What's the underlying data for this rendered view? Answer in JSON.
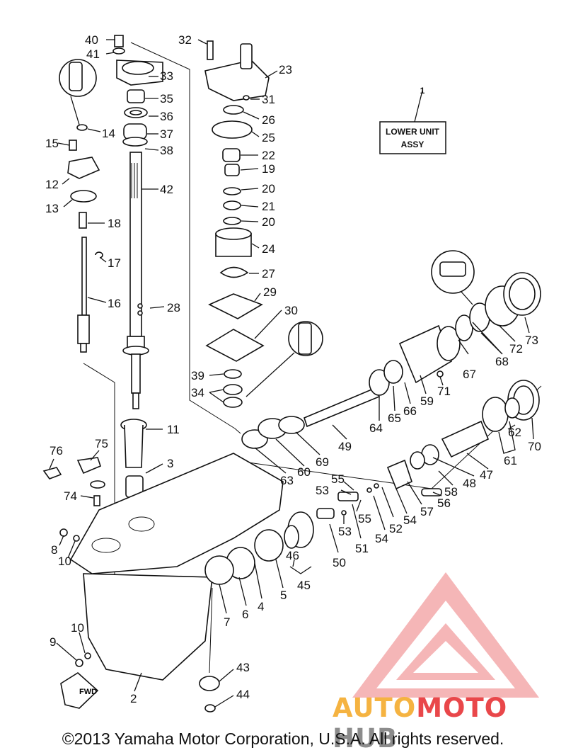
{
  "header_label": {
    "line1": "LOWER UNIT",
    "line2": "ASSY",
    "number": "1"
  },
  "callouts": [
    {
      "id": "c40",
      "text": "40"
    },
    {
      "id": "c41",
      "text": "41"
    },
    {
      "id": "c33",
      "text": "33"
    },
    {
      "id": "c35",
      "text": "35"
    },
    {
      "id": "c36",
      "text": "36"
    },
    {
      "id": "c37",
      "text": "37"
    },
    {
      "id": "c38",
      "text": "38"
    },
    {
      "id": "c14",
      "text": "14"
    },
    {
      "id": "c15",
      "text": "15"
    },
    {
      "id": "c12",
      "text": "12"
    },
    {
      "id": "c13",
      "text": "13"
    },
    {
      "id": "c42",
      "text": "42"
    },
    {
      "id": "c18",
      "text": "18"
    },
    {
      "id": "c17",
      "text": "17"
    },
    {
      "id": "c16",
      "text": "16"
    },
    {
      "id": "c28",
      "text": "28"
    },
    {
      "id": "c32",
      "text": "32"
    },
    {
      "id": "c23",
      "text": "23"
    },
    {
      "id": "c31",
      "text": "31"
    },
    {
      "id": "c26",
      "text": "26"
    },
    {
      "id": "c25",
      "text": "25"
    },
    {
      "id": "c22",
      "text": "22"
    },
    {
      "id": "c19",
      "text": "19"
    },
    {
      "id": "c20a",
      "text": "20"
    },
    {
      "id": "c21",
      "text": "21"
    },
    {
      "id": "c20b",
      "text": "20"
    },
    {
      "id": "c24",
      "text": "24"
    },
    {
      "id": "c27",
      "text": "27"
    },
    {
      "id": "c29",
      "text": "29"
    },
    {
      "id": "c30",
      "text": "30"
    },
    {
      "id": "c39",
      "text": "39"
    },
    {
      "id": "c34",
      "text": "34"
    },
    {
      "id": "c11",
      "text": "11"
    },
    {
      "id": "c3",
      "text": "3"
    },
    {
      "id": "c76",
      "text": "76"
    },
    {
      "id": "c75",
      "text": "75"
    },
    {
      "id": "c74",
      "text": "74"
    },
    {
      "id": "c8",
      "text": "8"
    },
    {
      "id": "c10a",
      "text": "10"
    },
    {
      "id": "c7",
      "text": "7"
    },
    {
      "id": "c6",
      "text": "6"
    },
    {
      "id": "c4",
      "text": "4"
    },
    {
      "id": "c5",
      "text": "5"
    },
    {
      "id": "c46",
      "text": "46"
    },
    {
      "id": "c45",
      "text": "45"
    },
    {
      "id": "c10b",
      "text": "10"
    },
    {
      "id": "c9",
      "text": "9"
    },
    {
      "id": "c2",
      "text": "2"
    },
    {
      "id": "c43",
      "text": "43"
    },
    {
      "id": "c44",
      "text": "44"
    },
    {
      "id": "c73",
      "text": "73"
    },
    {
      "id": "c72",
      "text": "72"
    },
    {
      "id": "c68",
      "text": "68"
    },
    {
      "id": "c67",
      "text": "67"
    },
    {
      "id": "c71",
      "text": "71"
    },
    {
      "id": "c59",
      "text": "59"
    },
    {
      "id": "c66",
      "text": "66"
    },
    {
      "id": "c65",
      "text": "65"
    },
    {
      "id": "c64",
      "text": "64"
    },
    {
      "id": "c49",
      "text": "49"
    },
    {
      "id": "c69",
      "text": "69"
    },
    {
      "id": "c60",
      "text": "60"
    },
    {
      "id": "c63",
      "text": "63"
    },
    {
      "id": "c70",
      "text": "70"
    },
    {
      "id": "c62",
      "text": "62"
    },
    {
      "id": "c61",
      "text": "61"
    },
    {
      "id": "c47",
      "text": "47"
    },
    {
      "id": "c48",
      "text": "48"
    },
    {
      "id": "c58",
      "text": "58"
    },
    {
      "id": "c56",
      "text": "56"
    },
    {
      "id": "c57",
      "text": "57"
    },
    {
      "id": "c55a",
      "text": "55"
    },
    {
      "id": "c53a",
      "text": "53"
    },
    {
      "id": "c55b",
      "text": "55"
    },
    {
      "id": "c54a",
      "text": "54"
    },
    {
      "id": "c52",
      "text": "52"
    },
    {
      "id": "c54b",
      "text": "54"
    },
    {
      "id": "c53b",
      "text": "53"
    },
    {
      "id": "c51",
      "text": "51"
    },
    {
      "id": "c50",
      "text": "50"
    }
  ],
  "fwd_label": "FWD",
  "brand": {
    "part1": "AUTO",
    "part2": "MOTO",
    "part3": "HUB",
    "color1": "#f5b341",
    "color2": "#e9474a",
    "color3": "#8c8c8c"
  },
  "footer": "©2013 Yamaha Motor Corporation, U.S.A. All rights reserved."
}
